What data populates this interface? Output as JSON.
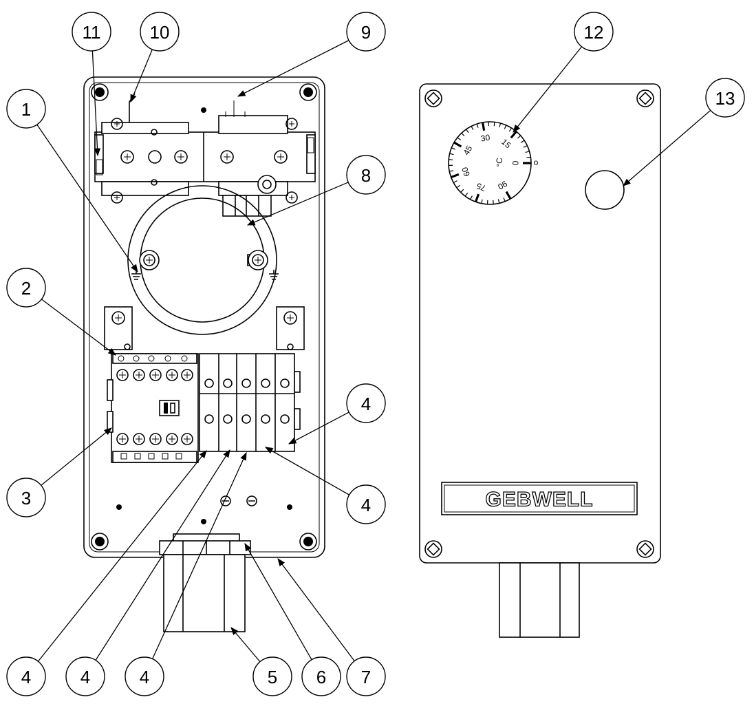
{
  "brand": "GEBWELL",
  "dial": {
    "unit": "°C",
    "labels": [
      "0",
      "15",
      "30",
      "45",
      "60",
      "75",
      "90"
    ],
    "mark": "o"
  },
  "callouts": [
    {
      "id": "c1",
      "label": "1"
    },
    {
      "id": "c2",
      "label": "2"
    },
    {
      "id": "c3",
      "label": "3"
    },
    {
      "id": "c4a",
      "label": "4"
    },
    {
      "id": "c4b",
      "label": "4"
    },
    {
      "id": "c4c",
      "label": "4"
    },
    {
      "id": "c4d",
      "label": "4"
    },
    {
      "id": "c4e",
      "label": "4"
    },
    {
      "id": "c5",
      "label": "5"
    },
    {
      "id": "c6",
      "label": "6"
    },
    {
      "id": "c7",
      "label": "7"
    },
    {
      "id": "c8",
      "label": "8"
    },
    {
      "id": "c9",
      "label": "9"
    },
    {
      "id": "c10",
      "label": "10"
    },
    {
      "id": "c11",
      "label": "11"
    },
    {
      "id": "c12",
      "label": "12"
    },
    {
      "id": "c13",
      "label": "13"
    }
  ]
}
